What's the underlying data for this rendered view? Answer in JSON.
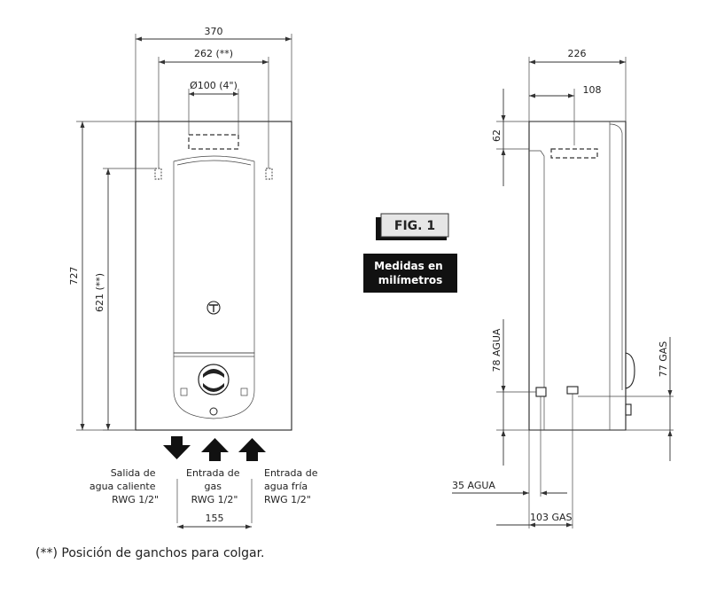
{
  "figure_label": "FIG. 1",
  "units_badge": [
    "Medidas en",
    "milímetros"
  ],
  "front_dimensions": {
    "width": "370",
    "hooks": "262 (**)",
    "flue": "Ø100 (4\")",
    "height": "727",
    "hooks_height": "621 (**)",
    "connection_spacing": "155"
  },
  "side_dimensions": {
    "depth": "226",
    "flue_offset": "108",
    "top_offset": "62",
    "water_height": "78 AGUA",
    "gas_height": "77 GAS",
    "water_depth": "35 AGUA",
    "gas_depth": "103 GAS"
  },
  "connections": [
    {
      "lines": [
        "Salida de",
        "agua caliente",
        "RWG 1/2\""
      ],
      "arrow": "down"
    },
    {
      "lines": [
        "Entrada de",
        "gas",
        "RWG 1/2\""
      ],
      "arrow": "up"
    },
    {
      "lines": [
        "Entrada de",
        "agua fría",
        "RWG 1/2\""
      ],
      "arrow": "up"
    }
  ],
  "footnote": "(**) Posición de ganchos para colgar."
}
